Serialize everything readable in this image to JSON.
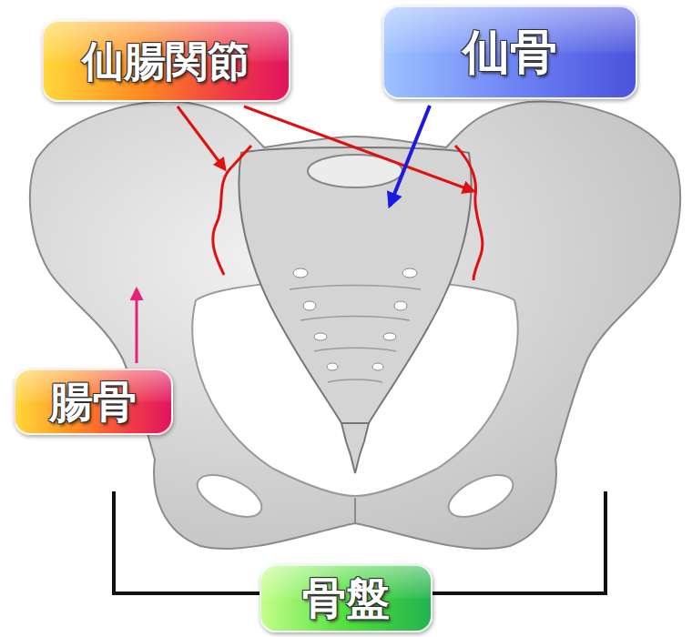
{
  "diagram": {
    "nodes": [
      {
        "text": [
          "仙腸関節"
        ]
      },
      {
        "text": [
          "仙骨"
        ]
      },
      {
        "text": [
          "腸骨"
        ]
      },
      {
        "text": [
          "骨盤"
        ]
      }
    ]
  }
}
